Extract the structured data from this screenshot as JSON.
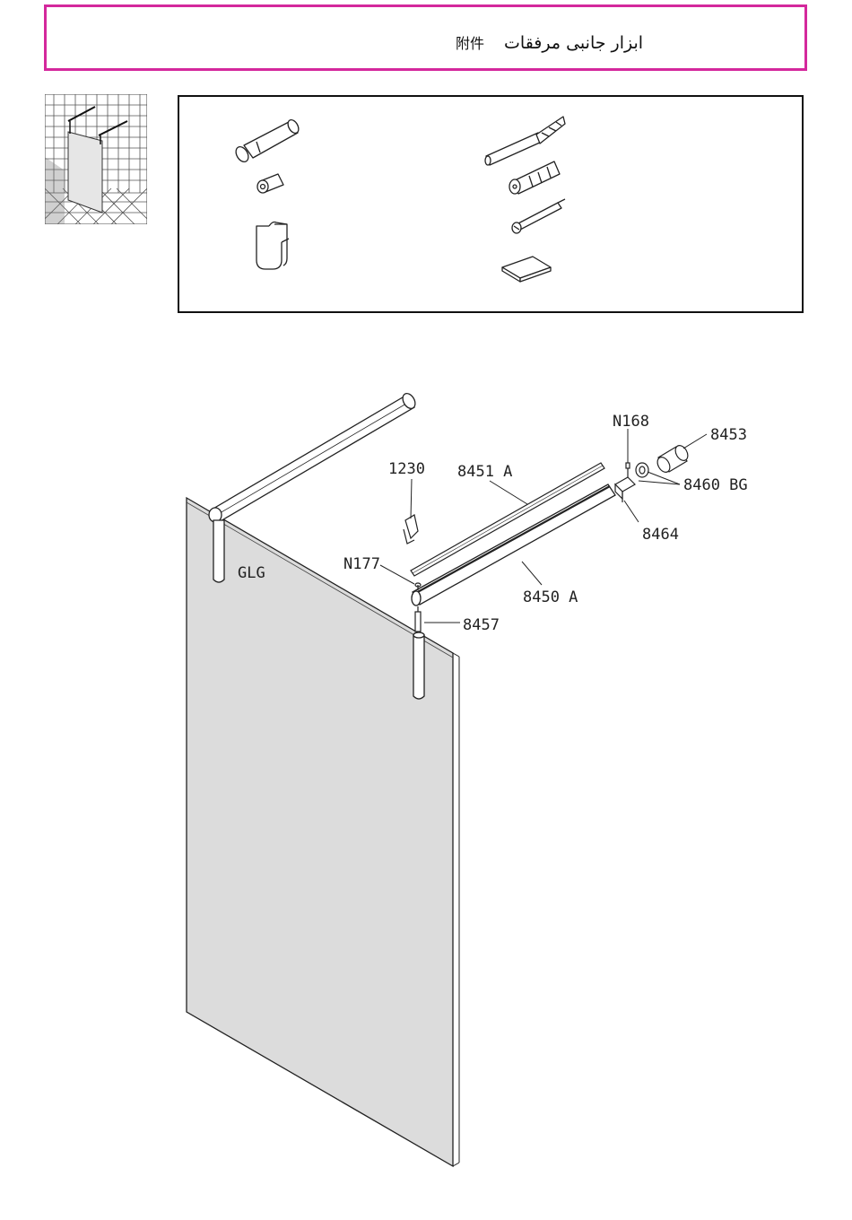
{
  "header": {
    "title_fa": "ابزار جانبی  مرفقات",
    "title_cjk": "附件",
    "border_color": "#d4289c"
  },
  "callouts": {
    "glg": "GLG",
    "n177": "N177",
    "p1230": "1230",
    "p8451a": "8451 A",
    "p8450a": "8450 A",
    "p8457": "8457",
    "n168": "N168",
    "p8453": "8453",
    "p8460bg": "8460 BG",
    "p8464": "8464"
  },
  "colors": {
    "glass": "#dcdcdc",
    "line": "#222222"
  }
}
